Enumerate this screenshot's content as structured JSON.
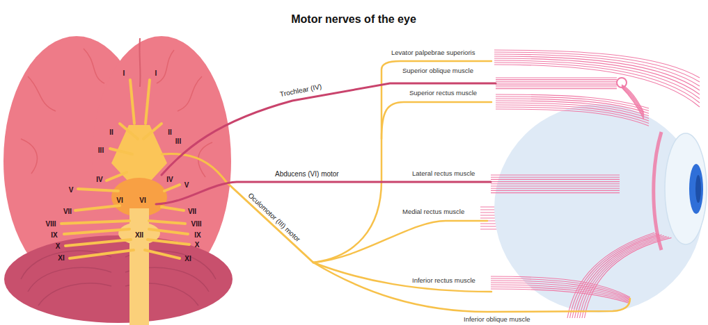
{
  "diagram": {
    "title": "Motor nerves of the eye",
    "labels": [
      "I",
      "I",
      "II",
      "II",
      "III",
      "III",
      "IV",
      "IV",
      "V",
      "V",
      "VI",
      "VI",
      "VII",
      "VII",
      "VIII",
      "VIII",
      "IX",
      "IX",
      "X",
      "X",
      "XI",
      "XI",
      "XII",
      "Trochlear (IV)",
      "Abducens (VI) motor",
      "Oculomotor (III) motor",
      "Levator palpebrae superioris",
      "Superior oblique muscle",
      "Superior rectus muscle",
      "Lateral rectus muscle",
      "Medial rectus muscle",
      "Inferior rectus muscle",
      "Inferior oblique muscle"
    ]
  }
}
